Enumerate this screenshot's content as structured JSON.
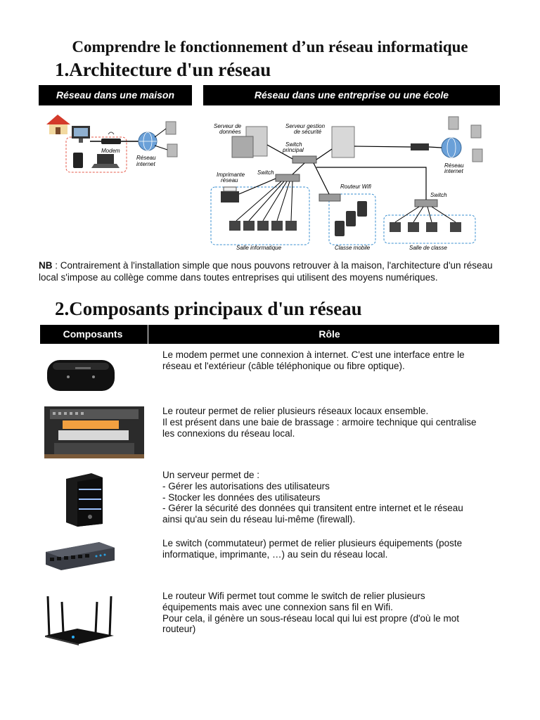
{
  "document": {
    "title": "Comprendre le fonctionnement d’un réseau informatique",
    "section1_title": "1.Architecture d'un réseau",
    "header_home": "Réseau dans une maison",
    "header_enterprise": "Réseau dans une entreprise ou une école",
    "nb_label": "NB",
    "nb_text": " : Contrairement à l'installation simple que nous pouvons retrouver à la maison, l'architecture d'un réseau local s'impose au collège comme dans toutes entreprises qui utilisent des moyens numériques.",
    "section2_title": "2.Composants principaux d'un réseau"
  },
  "diagram_home": {
    "modem": "Modem",
    "internet": "Réseau\ninternet"
  },
  "diagram_enterprise": {
    "serveur_donnees": "Serveur de\ndonnées",
    "serveur_securite": "Serveur gestion\nde sécurité",
    "switch_principal": "Switch\nprincipal",
    "imprimante": "Imprimante\nréseau",
    "switch": "Switch",
    "routeur_wifi": "Routeur Wifi",
    "switch_right": "Switch",
    "reseau_internet": "Réseau\ninternet",
    "salle_info": "Salle informatique",
    "classe_mobile": "Classe mobile",
    "salle_classe": "Salle de classe"
  },
  "table": {
    "col_components": "Composants",
    "col_role": "Rôle",
    "rows": [
      {
        "role": "Le modem permet une connexion à internet. C'est une interface entre le\nréseau et l'extérieur (câble téléphonique ou fibre optique)."
      },
      {
        "role": "Le routeur permet de relier plusieurs réseaux locaux ensemble.\nIl est présent dans une baie de brassage : armoire technique qui centralise\nles connexions du réseau local."
      },
      {
        "role": "Un serveur permet de :\n- Gérer les autorisations des utilisateurs\n- Stocker les données des utilisateurs\n- Gérer la sécurité des données qui  transitent entre internet et le réseau\nainsi  qu'au sein du réseau lui-même (firewall)."
      },
      {
        "role": "Le switch (commutateur) permet de relier  plusieurs équipements (poste\ninformatique, imprimante, …) au sein du réseau local."
      },
      {
        "role": "Le routeur Wifi permet tout comme le switch  de relier plusieurs\néquipements mais avec  une connexion sans fil en Wifi.\nPour cela, il génère un sous-réseau local qui  lui est propre (d'où le mot\nrouteur)"
      }
    ]
  }
}
